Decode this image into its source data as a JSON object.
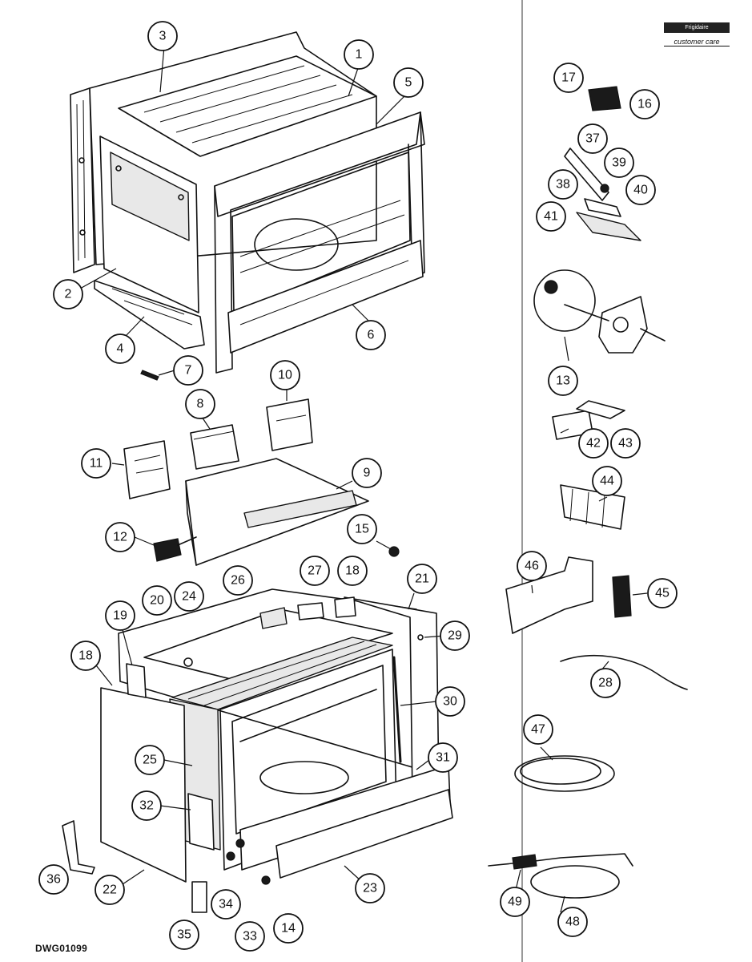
{
  "drawing_id": "DWG01099",
  "brand": {
    "name": "Frigidaire",
    "subtitle": "customer care"
  },
  "parts": [
    "1",
    "2",
    "3",
    "4",
    "5",
    "6",
    "7",
    "8",
    "9",
    "10",
    "11",
    "12",
    "13",
    "14",
    "15",
    "16",
    "17",
    "18",
    "18",
    "19",
    "20",
    "21",
    "22",
    "23",
    "24",
    "25",
    "26",
    "27",
    "28",
    "29",
    "30",
    "31",
    "32",
    "33",
    "34",
    "35",
    "36",
    "37",
    "38",
    "39",
    "40",
    "41",
    "42",
    "43",
    "44",
    "45",
    "46",
    "47",
    "48",
    "49"
  ],
  "icons": {
    "oven-cavity": "oven-cavity-icon",
    "oven-wrap": "oven-wrap-icon",
    "fan-motor": "fan-motor-icon",
    "power-cord": "power-cord-icon"
  }
}
